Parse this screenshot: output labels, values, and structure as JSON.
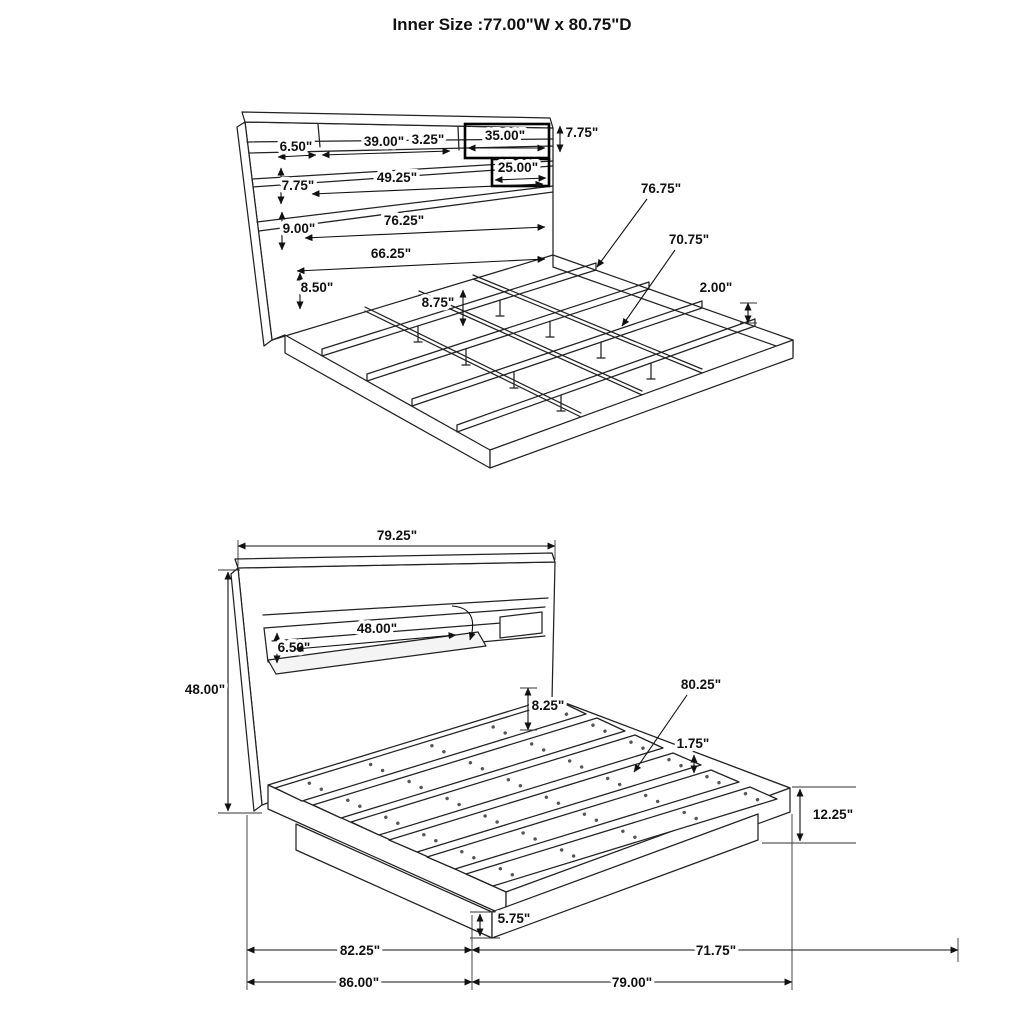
{
  "title": "Inner Size :77.00\"W x 80.75\"D",
  "top_view": {
    "dims": {
      "shelf_left_width": "6.50\"",
      "shelf_center_width": "39.00\"",
      "shelf_divider_width": "3.25\"",
      "shelf_right_width": "35.00\"",
      "headboard_top_height": "7.75\"",
      "cubby_width": "25.00\"",
      "middle_shelf_height": "7.75\"",
      "middle_shelf_width": "49.25\"",
      "side_rail_length": "76.75\"",
      "lower_shelf_height": "9.00\"",
      "lower_shelf_width": "76.25\"",
      "center_rail_length": "70.75\"",
      "slat_width": "66.25\"",
      "base_height": "8.50\"",
      "slat_spacing": "8.75\"",
      "rail_height": "2.00\""
    }
  },
  "bottom_view": {
    "dims": {
      "headboard_width": "79.25\"",
      "headboard_height": "48.00\"",
      "shelf_opening_height": "6.50\"",
      "shelf_opening_width": "48.00\"",
      "deck_height": "8.25\"",
      "slat_length": "80.25\"",
      "slat_thickness": "1.75\"",
      "side_height": "12.25\"",
      "plinth_height": "5.75\"",
      "platform_depth": "82.25\"",
      "foot_width": "71.75\"",
      "overall_depth": "86.00\"",
      "overall_width": "79.00\""
    }
  }
}
